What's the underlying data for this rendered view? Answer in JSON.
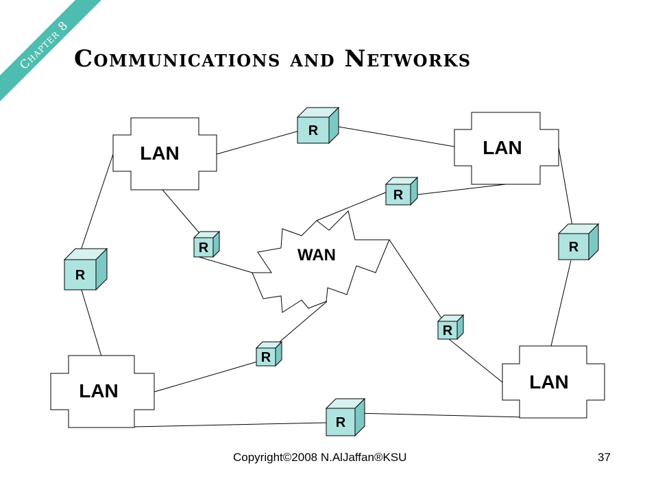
{
  "slide": {
    "chapter_label": "Chapter 8",
    "title": "Communications and Networks",
    "footer": "Copyright©2008 N.AlJaffan®KSU",
    "page_number": "37",
    "colors": {
      "banner": "#4fbcb0",
      "router_face": "#aee3e0",
      "router_top": "#d7f1ef",
      "router_side": "#7cc9c4"
    }
  },
  "diagram": {
    "wan_label": "WAN",
    "lans": [
      {
        "id": "lan-top-left",
        "label": "LAN"
      },
      {
        "id": "lan-top-right",
        "label": "LAN"
      },
      {
        "id": "lan-bottom-left",
        "label": "LAN"
      },
      {
        "id": "lan-bottom-right",
        "label": "LAN"
      }
    ],
    "routers": [
      {
        "id": "router-top",
        "label": "R"
      },
      {
        "id": "router-upper-center",
        "label": "R"
      },
      {
        "id": "router-right",
        "label": "R"
      },
      {
        "id": "router-left",
        "label": "R"
      },
      {
        "id": "router-center-left",
        "label": "R"
      },
      {
        "id": "router-lower-center",
        "label": "R"
      },
      {
        "id": "router-lower-right",
        "label": "R"
      },
      {
        "id": "router-bottom",
        "label": "R"
      }
    ]
  }
}
